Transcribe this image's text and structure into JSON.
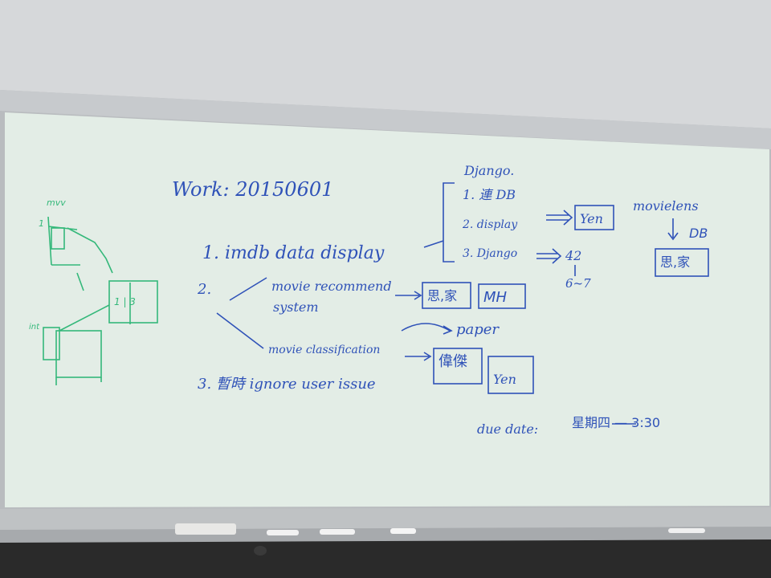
{
  "board": {
    "colors": {
      "surface": "#e6efe8",
      "frame": "#c9cccf",
      "ink": "#2f4fb0",
      "green_ink": "#34b87a",
      "wall": "#d8dadc",
      "floor": "#1e1e1e"
    },
    "title": "Work: 20150601",
    "item1": "1. imdb data display",
    "item2": "2.",
    "item2_rec": "movie recommend",
    "item2_sys": "system",
    "item2_cls": "movie classification",
    "item3": "3. 暫時 ignore user issue",
    "django_header": "Django.",
    "django_step1": "1. 連 DB",
    "django_step2": "2. display",
    "django_step3": "3. Django",
    "box_yen_1": "Yen",
    "box_sijia_1": "思,家",
    "box_mh": "MH",
    "paper": "paper",
    "box_weijie": "偉傑",
    "box_yen_2": "Yen",
    "num_42": "42",
    "num_6_7": "6~7",
    "movielens": "movielens",
    "db": "DB",
    "box_sijia_2": "思,家",
    "due_label": "due date:",
    "due_value": "星期四 — 3:30",
    "green_label_top": "mvv",
    "green_label_mid": "1",
    "green_label_box": "1 | 3",
    "green_label_bottom": "int"
  }
}
